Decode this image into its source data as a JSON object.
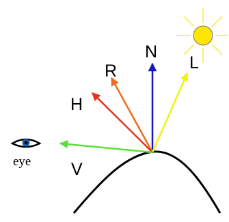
{
  "labels": {
    "normal": "N",
    "reflection": "R",
    "halfway": "H",
    "light": "L",
    "view": "V",
    "eye": "eye"
  },
  "colors": {
    "normal": "#1515c8",
    "reflection": "#f26a1b",
    "halfway": "#e8321c",
    "light": "#f2f20f",
    "view": "#5ae03a",
    "surface": "#000000",
    "sun": "#ffe600",
    "sun_rays": "#f5f07a",
    "eye_iris": "#1a5fb4"
  },
  "icons": {
    "sun": "sun-icon",
    "eye": "eye-icon"
  }
}
